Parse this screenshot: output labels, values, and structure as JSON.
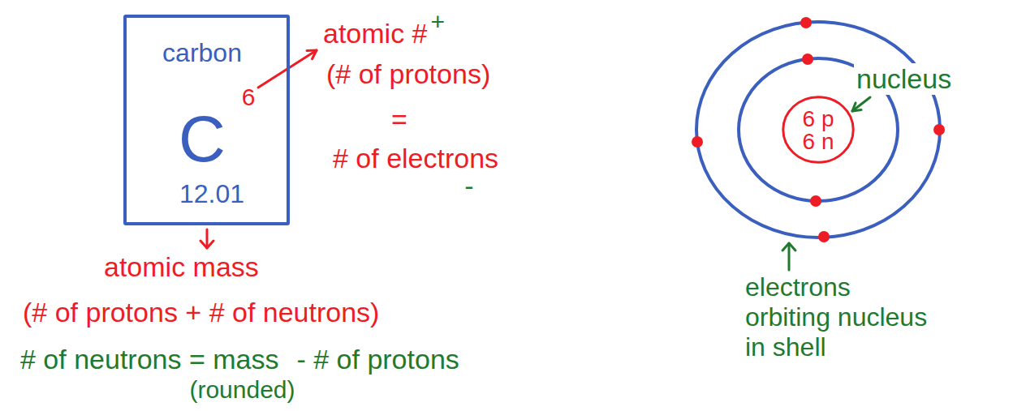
{
  "diagram": {
    "nodes": [
      {
        "text": [
          "carbon",
          "C",
          "6",
          "12.01"
        ]
      },
      {
        "text": [
          "6 p",
          "6 n"
        ]
      }
    ],
    "labels": [
      "atomic #",
      "+",
      "(# of protons)",
      "=",
      "# of electrons",
      "-",
      "atomic mass",
      "(# of protons + # of neutrons)",
      "# of neutrons = mass",
      "(rounded)",
      "- # of protons",
      "nucleus",
      "electrons orbiting nucleus in shell"
    ]
  }
}
